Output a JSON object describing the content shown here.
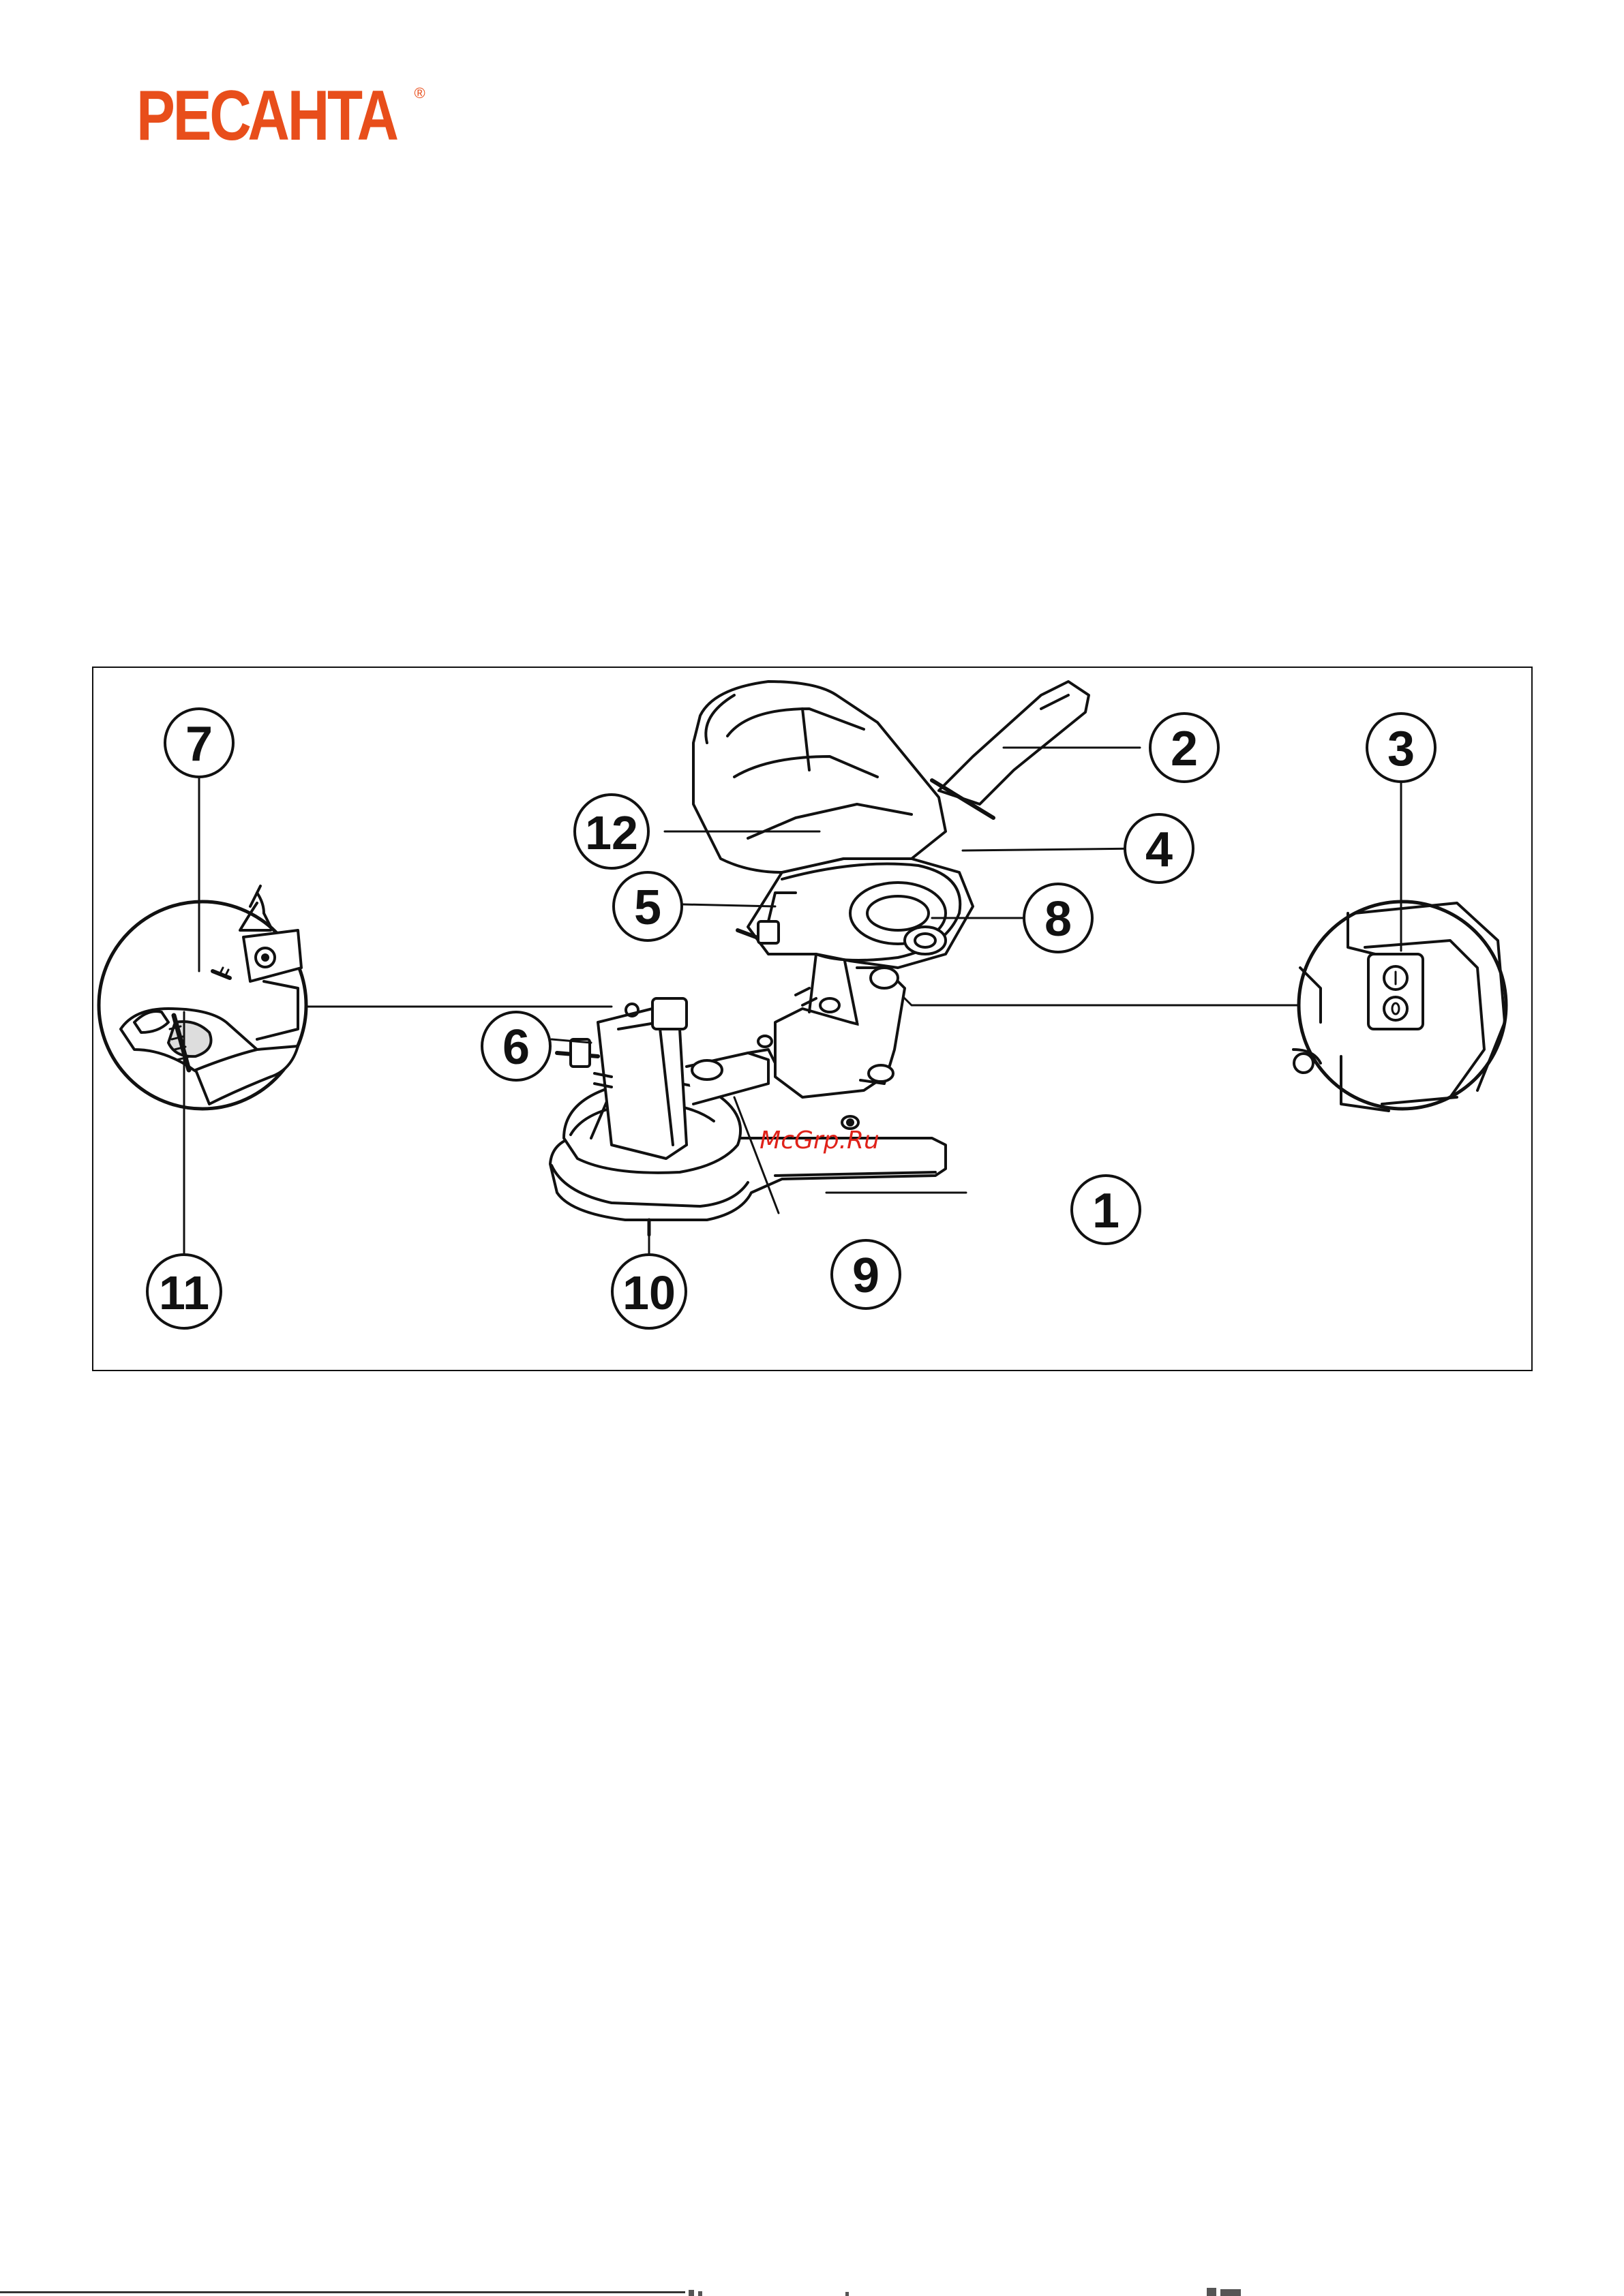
{
  "brand": {
    "logo_text": "РЕСАНТА",
    "reg_mark": "®",
    "color": "#e84e1b"
  },
  "figure": {
    "watermark": "McGrp.Ru",
    "watermark_color": "#e0221a",
    "callouts": [
      "1",
      "2",
      "3",
      "4",
      "5",
      "6",
      "7",
      "8",
      "9",
      "10",
      "11",
      "12"
    ]
  }
}
